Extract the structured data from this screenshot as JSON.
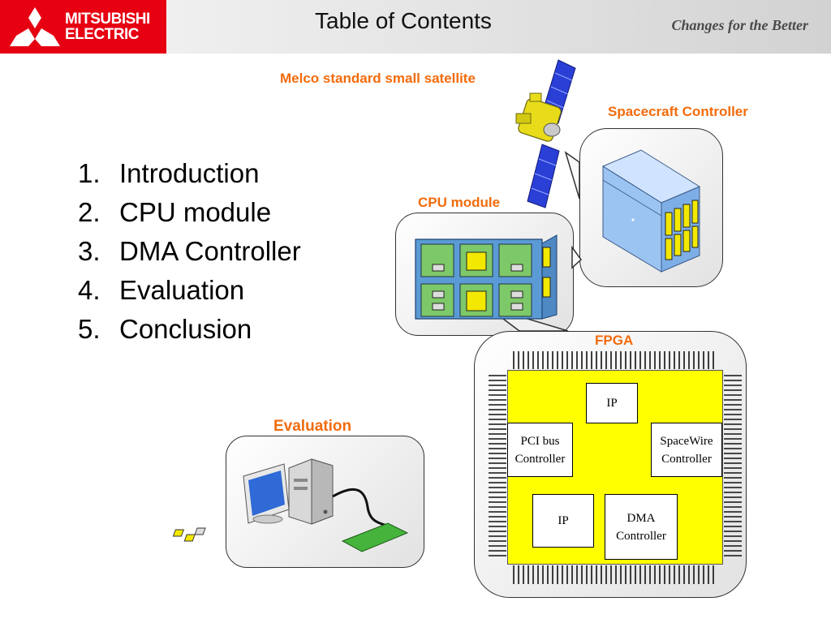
{
  "header": {
    "logo_line1": "MITSUBISHI",
    "logo_line2": "ELECTRIC",
    "title": "Table of Contents",
    "slogan": "Changes for the Better"
  },
  "toc": [
    {
      "num": "1.",
      "label": "Introduction"
    },
    {
      "num": "2.",
      "label": "CPU module"
    },
    {
      "num": "3.",
      "label": "DMA Controller"
    },
    {
      "num": "4.",
      "label": "Evaluation"
    },
    {
      "num": "5.",
      "label": "Conclusion"
    }
  ],
  "diagram": {
    "satellite_label": "Melco standard small satellite",
    "spacecraft_controller_label": "Spacecraft Controller",
    "cpu_module_label": "CPU module",
    "fpga_label": "FPGA",
    "evaluation_label": "Evaluation",
    "fpga_blocks": {
      "ip_top": "IP",
      "pci_line1": "PCI bus",
      "pci_line2": "Controller",
      "spw_line1": "SpaceWire",
      "spw_line2": "Controller",
      "ip_bottom": "IP",
      "dma_line1": "DMA",
      "dma_line2": "Controller"
    }
  },
  "colors": {
    "brand_red": "#e60012",
    "label_orange": "#f26b0c",
    "fpga_yellow": "#ffff00",
    "board_green": "#7dc868",
    "board_blue": "#5b9bd5"
  }
}
